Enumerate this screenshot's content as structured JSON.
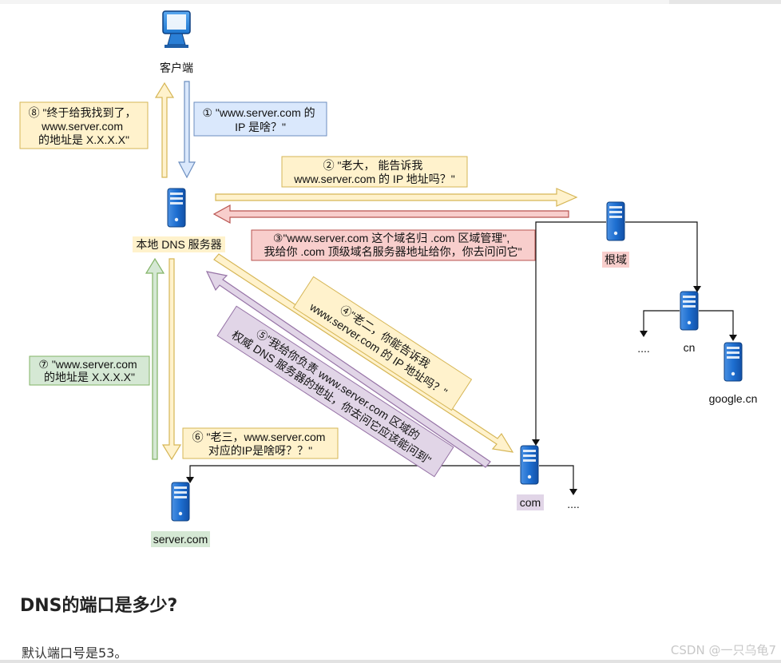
{
  "nodes": {
    "client": "客户端",
    "local_dns": "本地 DNS 服务器",
    "root": "根域",
    "cn": "cn",
    "dots_left": "....",
    "google": "google.cn",
    "com": "com",
    "dots_com": "....",
    "server": "server.com"
  },
  "steps": {
    "s1": [
      "① \"www.server.com 的",
      "IP 是啥？\""
    ],
    "s2": [
      "② \"老大， 能告诉我",
      "www.server.com 的 IP 地址吗？\""
    ],
    "s3": [
      "③\"www.server.com 这个域名归 .com 区域管理\",",
      "我给你 .com 顶级域名服务器地址给你，你去问问它\""
    ],
    "s4": [
      "④\"老二，你能告诉我",
      "www.server.com 的 IP 地址吗？\""
    ],
    "s5": [
      "⑤\"我给你负责 www.server.com 区域的",
      "权威 DNS 服务器的地址，你去问它应该能问到\""
    ],
    "s6": [
      "⑥ \"老三，www.server.com",
      "对应的IP是啥呀？？\""
    ],
    "s7": [
      "⑦ \"www.server.com",
      "的地址是 X.X.X.X\""
    ],
    "s8": [
      "⑧ \"终于给我找到了，",
      "www.server.com",
      "的地址是 X.X.X.X\""
    ]
  },
  "colors": {
    "blue_fill": "#dae8fc",
    "blue_stroke": "#6c8ebf",
    "yellow_fill": "#fff2cc",
    "yellow_stroke": "#d6b656",
    "red_fill": "#f8cecc",
    "red_stroke": "#b85450",
    "green_fill": "#d5e8d4",
    "green_stroke": "#82b366",
    "purple_fill": "#e1d5e7",
    "purple_stroke": "#9673a6"
  },
  "page": {
    "section_title": "DNS的端口是多少?",
    "body_text": "默认端口号是53。",
    "watermark": "CSDN @一只乌龟7"
  }
}
